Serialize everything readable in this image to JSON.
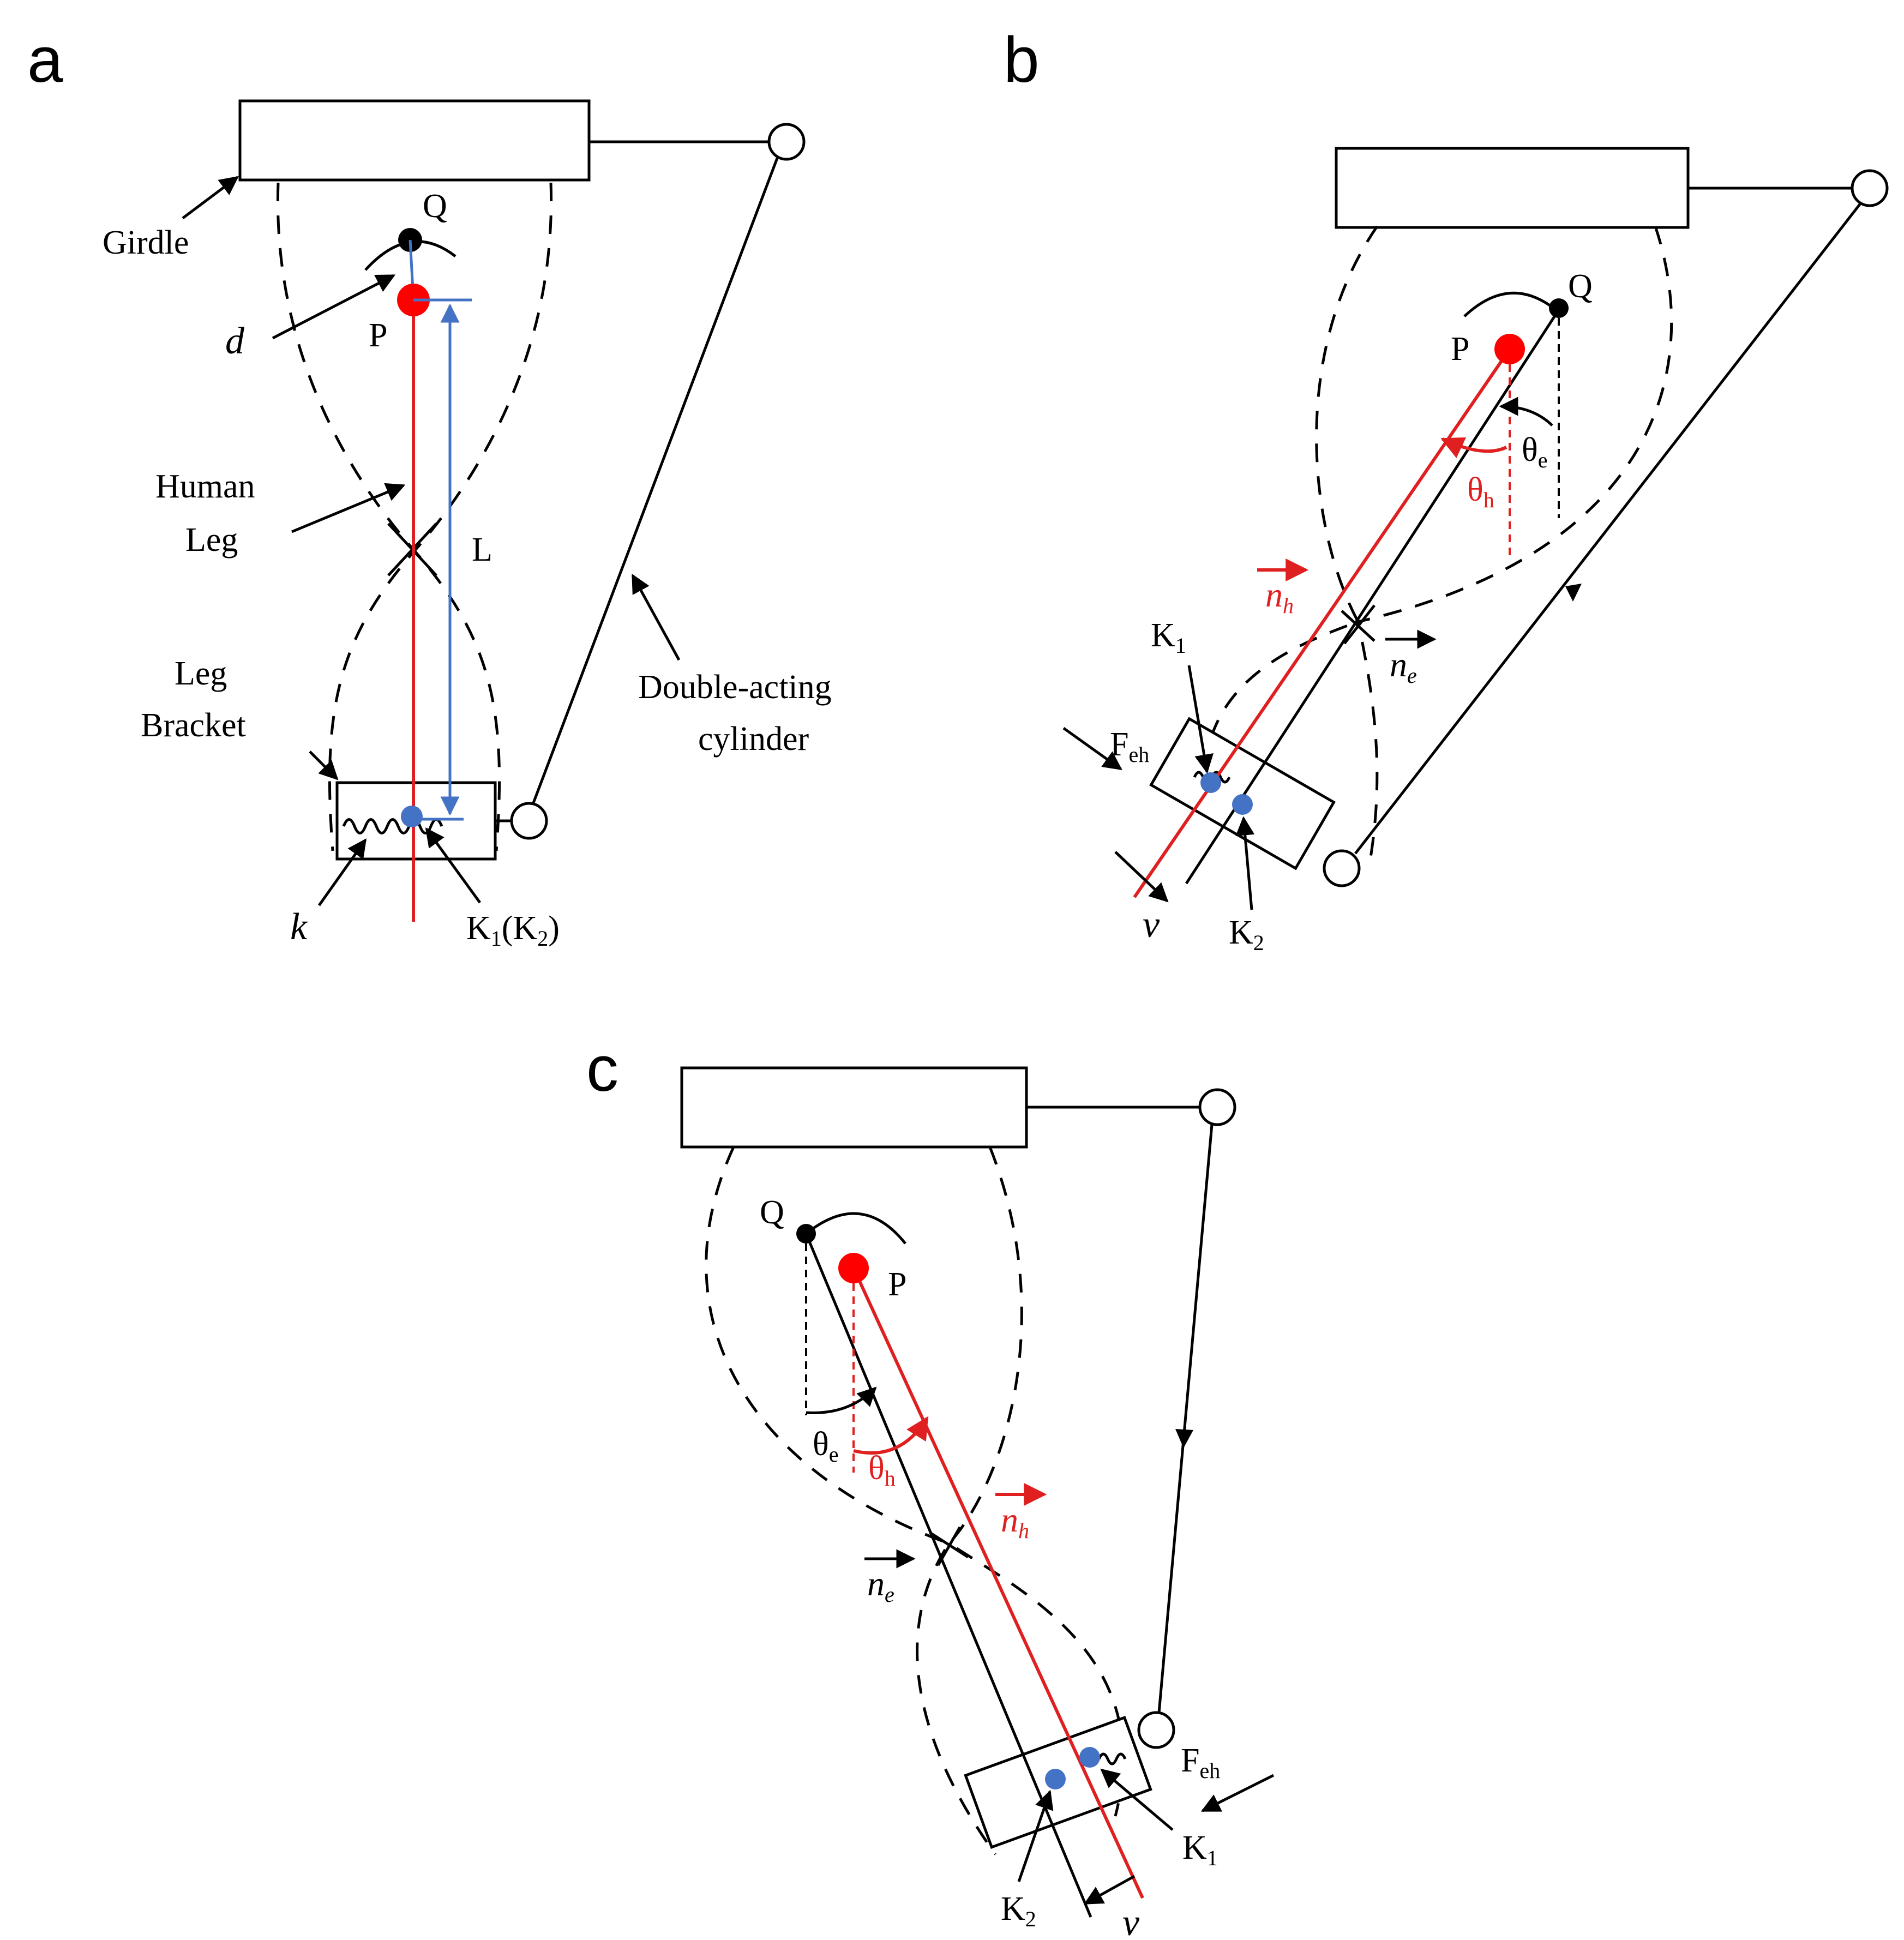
{
  "panels": {
    "a": {
      "letter": "a",
      "girdle": "Girdle",
      "q": "Q",
      "p": "P",
      "d": "d",
      "human_leg_1": "Human",
      "human_leg_2": "Leg",
      "length": "L",
      "leg_bracket_1": "Leg",
      "leg_bracket_2": "Bracket",
      "cylinder_1": "Double-acting",
      "cylinder_2": "cylinder",
      "k": "k",
      "k1k2_main_1": "K",
      "k1k2_sub_1": "1",
      "k1k2_main_2": "(K",
      "k1k2_sub_2": "2",
      "k1k2_end": ")"
    },
    "b": {
      "letter": "b",
      "q": "Q",
      "p": "P",
      "theta_e": "θ",
      "theta_e_sub": "e",
      "theta_h": "θ",
      "theta_h_sub": "h",
      "n_h": "n",
      "n_h_sub": "h",
      "n_e": "n",
      "n_e_sub": "e",
      "k1": "K",
      "k1_sub": "1",
      "f_eh": "F",
      "f_eh_sub": "eh",
      "v": "v",
      "k2": "K",
      "k2_sub": "2"
    },
    "c": {
      "letter": "c",
      "q": "Q",
      "p": "P",
      "theta_e": "θ",
      "theta_e_sub": "e",
      "theta_h": "θ",
      "theta_h_sub": "h",
      "n_h": "n",
      "n_h_sub": "h",
      "n_e": "n",
      "n_e_sub": "e",
      "f_eh": "F",
      "f_eh_sub": "eh",
      "k1": "K",
      "k1_sub": "1",
      "k2": "K",
      "k2_sub": "2",
      "v": "v"
    }
  },
  "colors": {
    "human_axis": "#e02020",
    "exo_axis": "#000000",
    "measure": "#4472c4",
    "joint_point": "#4472c4"
  }
}
